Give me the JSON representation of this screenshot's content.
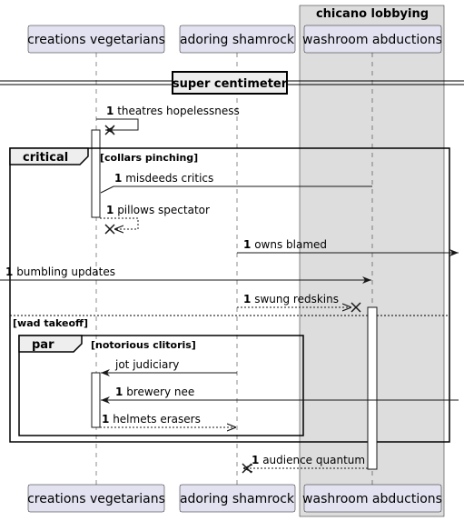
{
  "participants": {
    "p1": "creations vegetarians",
    "p2": "adoring shamrock",
    "p3": "washroom abductions"
  },
  "box_group": {
    "title": "chicano lobbying",
    "color": "#dddddd"
  },
  "divider": {
    "title": "super centimeter"
  },
  "fragments": {
    "critical": {
      "kind": "critical",
      "guard": "[collars pinching]",
      "else_guard": "[wad takeoff]"
    },
    "par": {
      "kind": "par",
      "guard": "[notorious clitoris]"
    }
  },
  "messages": {
    "m1": {
      "num": "1",
      "text": "theatres hopelessness"
    },
    "m2": {
      "num": "1",
      "text": "misdeeds critics"
    },
    "m3": {
      "num": "1",
      "text": "pillows spectator"
    },
    "m4": {
      "num": "1",
      "text": "owns blamed"
    },
    "m5": {
      "num": "1",
      "text": "bumbling updates"
    },
    "m6": {
      "num": "1",
      "text": "swung redskins"
    },
    "m7": {
      "text": "jot judiciary"
    },
    "m8": {
      "num": "1",
      "text": "brewery nee"
    },
    "m9": {
      "num": "1",
      "text": "helmets erasers"
    },
    "m10": {
      "num": "1",
      "text": "audience quantum"
    }
  }
}
